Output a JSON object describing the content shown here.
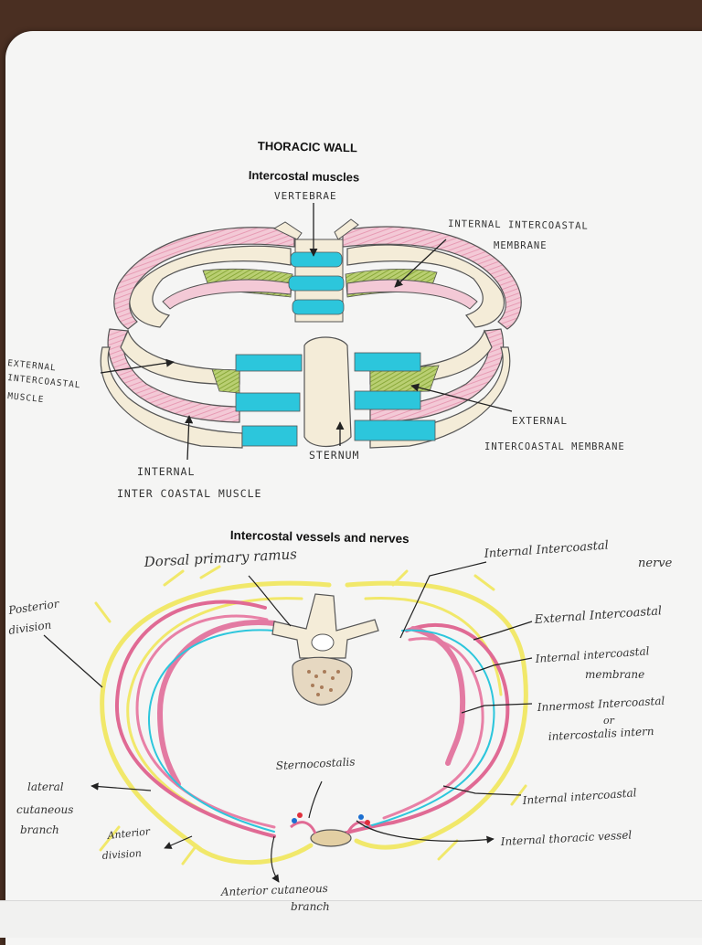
{
  "diagram1": {
    "title": "THORACIC WALL",
    "subtitle": "Intercostal muscles",
    "labels": {
      "vertebrae": "VERTEBRAE",
      "internal_membrane_1": "INTERNAL INTERCOASTAL",
      "internal_membrane_2": "MEMBRANE",
      "external_muscle_1": "EXTERNAL",
      "external_muscle_2": "INTERCOASTAL",
      "external_muscle_3": "MUSCLE",
      "external_membrane_1": "EXTERNAL",
      "external_membrane_2": "INTERCOASTAL MEMBRANE",
      "sternum": "STERNUM",
      "internal_muscle_1": "INTERNAL",
      "internal_muscle_2": "INTER COASTAL MUSCLE"
    }
  },
  "diagram2": {
    "title": "Intercostal vessels and nerves",
    "labels": {
      "dorsal_ramus": "Dorsal primary ramus",
      "internal_nerve_1": "Internal Intercoastal",
      "internal_nerve_2": "nerve",
      "posterior_division_1": "Posterior",
      "posterior_division_2": "division",
      "external_intercostal": "External Intercoastal",
      "internal_membrane_1": "Internal intercoastal",
      "internal_membrane_2": "membrane",
      "innermost_1": "Innermost Intercoastal",
      "innermost_2": "or",
      "innermost_3": "intercostalis intern",
      "sternocostalis": "Sternocostalis",
      "lateral_cutaneous_1": "lateral",
      "lateral_cutaneous_2": "cutaneous",
      "lateral_cutaneous_3": "branch",
      "anterior_division_1": "Anterior",
      "anterior_division_2": "division",
      "internal_intercostal": "Internal intercoastal",
      "internal_thoracic": "Internal thoracic vessel",
      "anterior_cutaneous_1": "Anterior cutaneous",
      "anterior_cutaneous_2": "branch"
    }
  }
}
